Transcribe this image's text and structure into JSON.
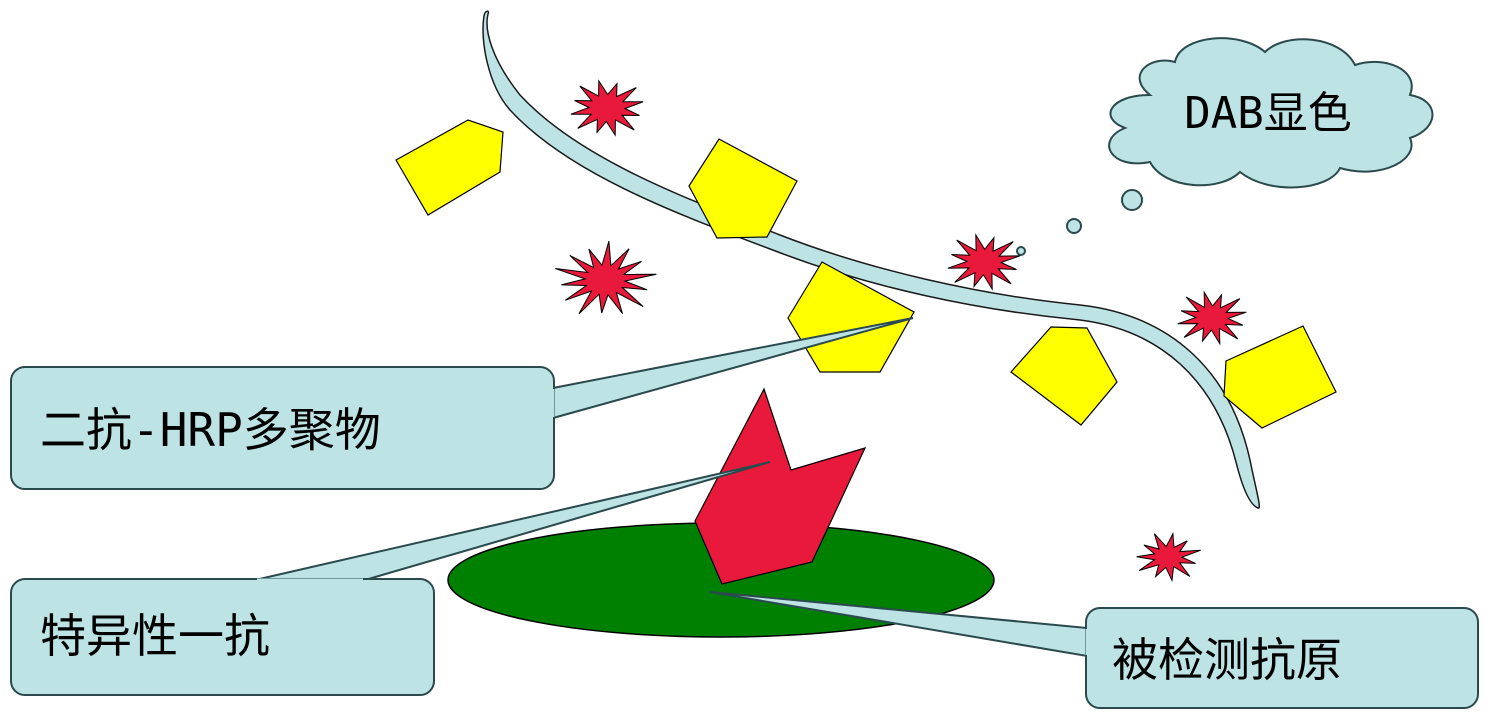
{
  "labels": {
    "dab": "DAB显色",
    "secondary": "二抗-HRP多聚物",
    "primary": "特异性一抗",
    "antigen": "被检测抗原"
  },
  "colors": {
    "callout_fill": "#BDE3E4",
    "callout_stroke": "#2A4A4E",
    "pentagon_fill": "#FFFF00",
    "starburst_fill": "#E8193A",
    "antibody_fill": "#E8193A",
    "antigen_fill": "#008000",
    "polymer_fill": "#BDE3E4"
  }
}
